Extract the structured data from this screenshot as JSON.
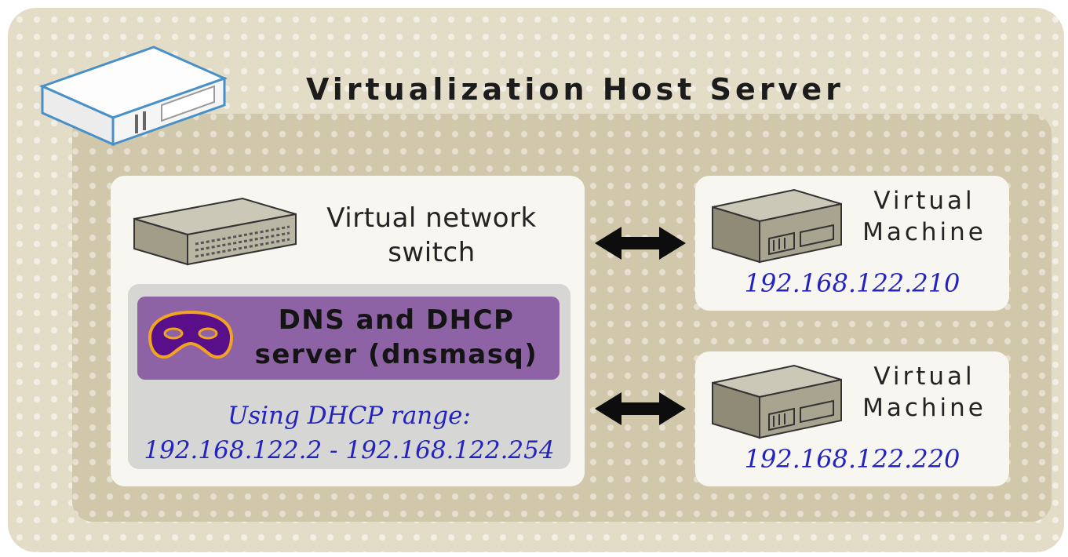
{
  "title": "Virtualization Host Server",
  "switch": {
    "label_line1": "Virtual network",
    "label_line2": "switch"
  },
  "dns": {
    "line1": "DNS and DHCP",
    "line2": "server (dnsmasq)",
    "range_line1": "Using DHCP range:",
    "range_line2": "192.168.122.2 - 192.168.122.254"
  },
  "vms": [
    {
      "line1": "Virtual",
      "line2": "Machine",
      "ip": "192.168.122.210"
    },
    {
      "line1": "Virtual",
      "line2": "Machine",
      "ip": "192.168.122.220"
    }
  ]
}
